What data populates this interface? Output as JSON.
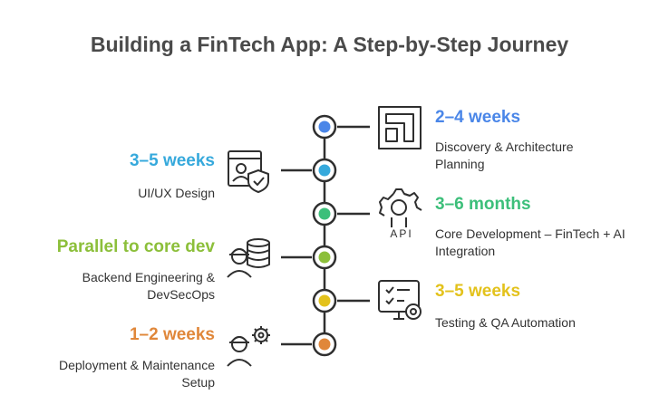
{
  "title": "Building a FinTech App: A Step-by-Step Journey",
  "stages": [
    {
      "duration": "2–4 weeks",
      "label": "Discovery & Architecture Planning",
      "color": "#4a86e8",
      "side": "right",
      "icon": "architecture-frame-icon"
    },
    {
      "duration": "3–5 weeks",
      "label": "UI/UX Design",
      "color": "#36a9dc",
      "side": "left",
      "icon": "user-shield-window-icon"
    },
    {
      "duration": "3–6 months",
      "label": "Core Development – FinTech + AI Integration",
      "color": "#3cbf7a",
      "side": "right",
      "icon": "api-gear-icon",
      "icon_text": "API"
    },
    {
      "duration": "Parallel to core dev",
      "label": "Backend Engineering & DevSecOps",
      "color": "#8cbf3a",
      "side": "left",
      "icon": "engineer-database-icon"
    },
    {
      "duration": "3–5 weeks",
      "label": "Testing & QA Automation",
      "color": "#e3c21c",
      "side": "right",
      "icon": "checklist-monitor-gear-icon"
    },
    {
      "duration": "1–2 weeks",
      "label": "Deployment & Maintenance Setup",
      "color": "#e0873a",
      "side": "left",
      "icon": "engineer-gear-icon"
    }
  ],
  "line_color": "#2f2f2f"
}
